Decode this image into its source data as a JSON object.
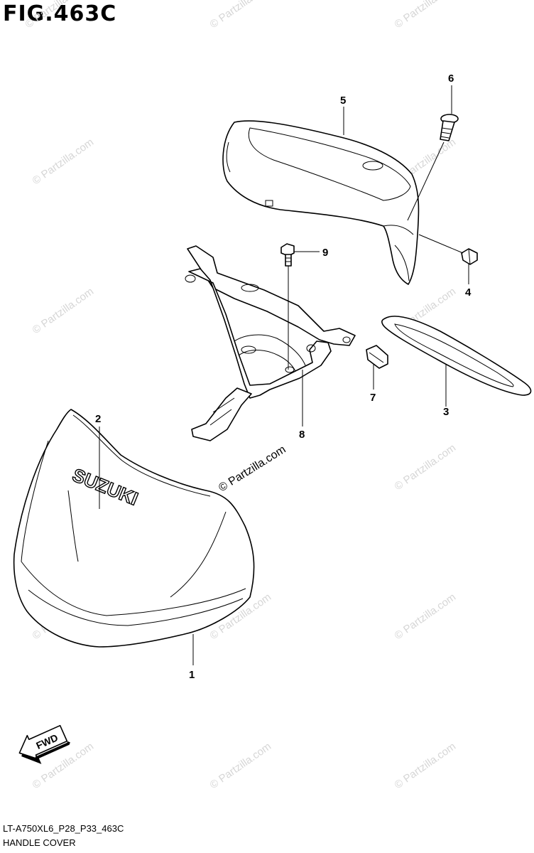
{
  "figure_title": "FIG.463C",
  "watermark": "© Partzilla.com",
  "center_watermark": "© Partzilla.com",
  "brand_text": "SUZUKI",
  "fwd_label": "FWD",
  "callouts": [
    "1",
    "2",
    "3",
    "4",
    "5",
    "6",
    "7",
    "8",
    "9"
  ],
  "footer": {
    "code": "LT-A750XL6_P28_P33_463C",
    "name": "HANDLE COVER"
  }
}
